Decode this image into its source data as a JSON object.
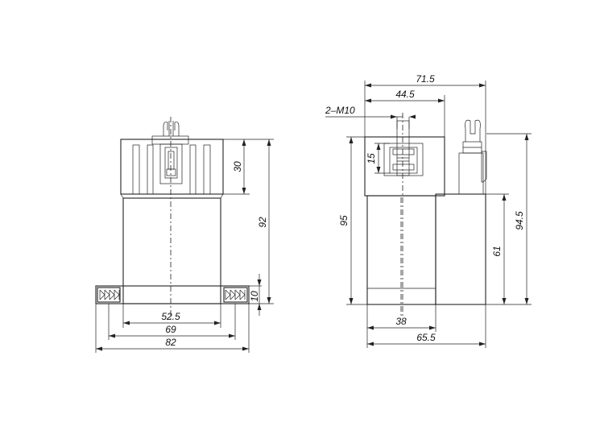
{
  "front_view": {
    "dim_height_top": "30",
    "dim_height_total": "92",
    "dim_flange": "10",
    "dim_width_body": "52.5",
    "dim_width_holes": "69",
    "dim_width_flange": "82"
  },
  "side_view": {
    "dim_overall_width": "71.5",
    "dim_head_width": "44.5",
    "thread_label": "2–M10",
    "dim_terminal_height": "15",
    "dim_height_left": "95",
    "dim_height_right": "94.5",
    "dim_body_height": "61",
    "dim_base_width": "38",
    "dim_bottom_width": "65.5"
  }
}
